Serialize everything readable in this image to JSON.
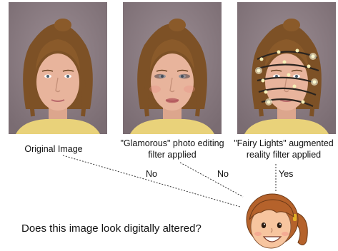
{
  "images": [
    {
      "caption": "Original Image",
      "filter": "none"
    },
    {
      "caption": "\"Glamorous\" photo editing filter applied",
      "filter": "glamour"
    },
    {
      "caption": "\"Fairy Lights\" augmented reality filter applied",
      "filter": "fairy-lights"
    }
  ],
  "answers": [
    "No",
    "No",
    "Yes"
  ],
  "question": "Does this image look digitally altered?",
  "colors": {
    "background_photo": "#8d7c83",
    "hair": "#8a5a2a",
    "skin": "#e8b49c",
    "shirt": "#e9d27a",
    "avatar_hair": "#b5622b",
    "avatar_skin": "#f7c59f",
    "dotted_line": "#333333"
  }
}
